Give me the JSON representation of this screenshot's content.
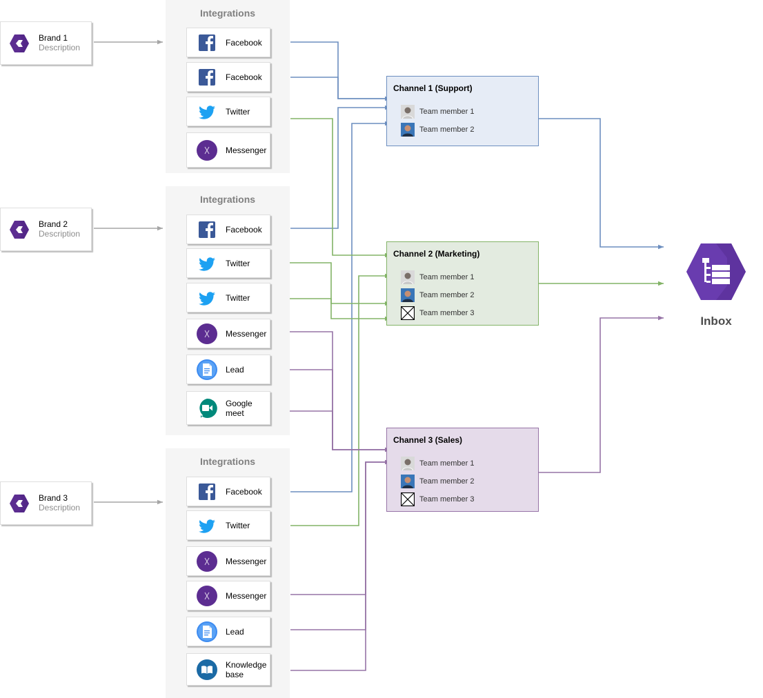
{
  "brands": [
    {
      "name": "Brand 1",
      "description": "Description"
    },
    {
      "name": "Brand 2",
      "description": "Description"
    },
    {
      "name": "Brand 3",
      "description": "Description"
    }
  ],
  "integration_groups": [
    {
      "title": "Integrations",
      "items": [
        {
          "label": "Facebook",
          "icon": "facebook-icon"
        },
        {
          "label": "Facebook",
          "icon": "facebook-icon"
        },
        {
          "label": "Twitter",
          "icon": "twitter-icon"
        },
        {
          "label": "Messenger",
          "icon": "messenger-icon"
        }
      ]
    },
    {
      "title": "Integrations",
      "items": [
        {
          "label": "Facebook",
          "icon": "facebook-icon"
        },
        {
          "label": "Twitter",
          "icon": "twitter-icon"
        },
        {
          "label": "Twitter",
          "icon": "twitter-icon"
        },
        {
          "label": "Messenger",
          "icon": "messenger-icon"
        },
        {
          "label": "Lead",
          "icon": "lead-icon"
        },
        {
          "label": "Google\nmeet",
          "icon": "google-meet-icon"
        }
      ]
    },
    {
      "title": "Integrations",
      "items": [
        {
          "label": "Facebook",
          "icon": "facebook-icon"
        },
        {
          "label": "Twitter",
          "icon": "twitter-icon"
        },
        {
          "label": "Messenger",
          "icon": "messenger-icon"
        },
        {
          "label": "Messenger",
          "icon": "messenger-icon"
        },
        {
          "label": "Lead",
          "icon": "lead-icon"
        },
        {
          "label": "Knowledge\nbase",
          "icon": "knowledge-base-icon"
        }
      ]
    }
  ],
  "channels": [
    {
      "title": "Channel 1 (Support)",
      "fill": "#e6ecf6",
      "stroke": "#6c8ebf",
      "members": [
        {
          "name": "Team member 1",
          "avatar": "avatar-photo"
        },
        {
          "name": "Team member 2",
          "avatar": "avatar-photo"
        }
      ]
    },
    {
      "title": "Channel 2 (Marketing)",
      "fill": "#e3ebe0",
      "stroke": "#82b366",
      "members": [
        {
          "name": "Team member 1",
          "avatar": "avatar-photo"
        },
        {
          "name": "Team member 2",
          "avatar": "avatar-photo"
        },
        {
          "name": "Team member 3",
          "avatar": "avatar-missing"
        }
      ]
    },
    {
      "title": "Channel 3 (Sales)",
      "fill": "#e5dbea",
      "stroke": "#9673a6",
      "members": [
        {
          "name": "Team member 1",
          "avatar": "avatar-photo"
        },
        {
          "name": "Team member 2",
          "avatar": "avatar-photo"
        },
        {
          "name": "Team member 3",
          "avatar": "avatar-missing"
        }
      ]
    }
  ],
  "inbox": {
    "label": "Inbox",
    "icon": "inbox-icon"
  },
  "colors": {
    "support": "#6c8ebf",
    "marketing": "#82b366",
    "sales": "#9673a6",
    "brand_arrow": "#a6a6a6",
    "accent_purple": "#5c2d91"
  },
  "connections": [
    {
      "from": "group1.Facebook",
      "to": "Channel 1 (Support)"
    },
    {
      "from": "group1.Facebook",
      "to": "Channel 1 (Support)"
    },
    {
      "from": "group1.Twitter",
      "to": "Channel 2 (Marketing)"
    },
    {
      "from": "group2.Facebook",
      "to": "Channel 1 (Support)"
    },
    {
      "from": "group2.Twitter",
      "to": "Channel 2 (Marketing)"
    },
    {
      "from": "group2.Twitter",
      "to": "Channel 2 (Marketing)"
    },
    {
      "from": "group2.Messenger",
      "to": "Channel 3 (Sales)"
    },
    {
      "from": "group2.Lead",
      "to": "Channel 3 (Sales)"
    },
    {
      "from": "group2.Google meet",
      "to": "Channel 3 (Sales)"
    },
    {
      "from": "group3.Facebook",
      "to": "Channel 1 (Support)"
    },
    {
      "from": "group3.Twitter",
      "to": "Channel 2 (Marketing)"
    },
    {
      "from": "group3.Messenger",
      "to": "Channel 3 (Sales)"
    },
    {
      "from": "group3.Lead",
      "to": "Channel 3 (Sales)"
    },
    {
      "from": "group3.Knowledge base",
      "to": "Channel 3 (Sales)"
    },
    {
      "from": "Channel 1 (Support)",
      "to": "Inbox"
    },
    {
      "from": "Channel 2 (Marketing)",
      "to": "Inbox"
    },
    {
      "from": "Channel 3 (Sales)",
      "to": "Inbox"
    }
  ]
}
